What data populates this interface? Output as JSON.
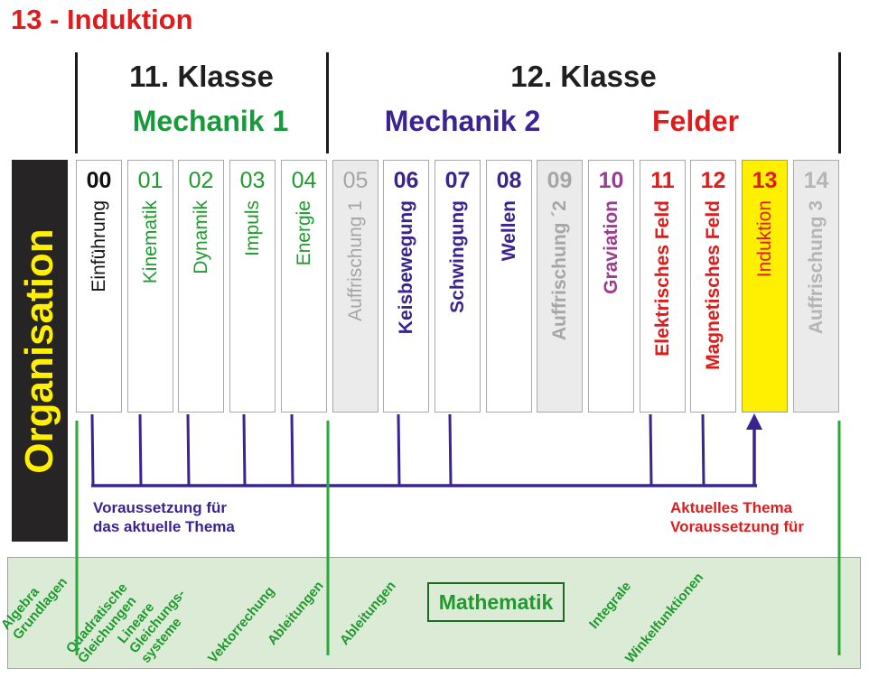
{
  "title": "13 - Induktion",
  "header": {
    "grade_11": "11. Klasse",
    "grade_12": "12. Klasse",
    "sections": [
      {
        "label": "Mechanik 1",
        "color": "#169a3a"
      },
      {
        "label": "Mechanik 2",
        "color": "#3b2390"
      },
      {
        "label": "Felder",
        "color": "#e01b1b"
      }
    ]
  },
  "sidebar": {
    "label": "Organisation",
    "bg_color": "#262424",
    "text_color": "#ffef00"
  },
  "topics": [
    {
      "num": "00",
      "label": "Einführung",
      "color": "#111111",
      "num_bold": true,
      "label_bold": false,
      "state": "normal"
    },
    {
      "num": "01",
      "label": "Kinematik",
      "color": "#1f9a2e",
      "num_bold": false,
      "label_bold": false,
      "state": "normal"
    },
    {
      "num": "02",
      "label": "Dynamik",
      "color": "#1f9a2e",
      "num_bold": false,
      "label_bold": false,
      "state": "normal"
    },
    {
      "num": "03",
      "label": "Impuls",
      "color": "#1f9a2e",
      "num_bold": false,
      "label_bold": false,
      "state": "normal"
    },
    {
      "num": "04",
      "label": "Energie",
      "color": "#1f9a2e",
      "num_bold": false,
      "label_bold": false,
      "state": "normal"
    },
    {
      "num": "05",
      "label": "Auffrischung 1",
      "color": "#a6a6a6",
      "num_bold": false,
      "label_bold": false,
      "state": "refresh"
    },
    {
      "num": "06",
      "label": "Keisbewegung",
      "color": "#3b2390",
      "num_bold": true,
      "label_bold": true,
      "state": "normal"
    },
    {
      "num": "07",
      "label": "Schwingung",
      "color": "#3b2390",
      "num_bold": true,
      "label_bold": true,
      "state": "normal"
    },
    {
      "num": "08",
      "label": "Wellen",
      "color": "#3b2390",
      "num_bold": true,
      "label_bold": true,
      "state": "normal"
    },
    {
      "num": "09",
      "label": "Auffrischung ´2",
      "color": "#a6a6a6",
      "num_bold": true,
      "label_bold": true,
      "state": "refresh"
    },
    {
      "num": "10",
      "label": "Graviation",
      "color": "#9b3d8e",
      "num_bold": true,
      "label_bold": true,
      "state": "normal"
    },
    {
      "num": "11",
      "label": "Elektrisches Feld",
      "color": "#e01b1b",
      "num_bold": true,
      "label_bold": true,
      "state": "normal"
    },
    {
      "num": "12",
      "label": "Magnetisches Feld",
      "color": "#e01b1b",
      "num_bold": true,
      "label_bold": true,
      "state": "normal"
    },
    {
      "num": "13",
      "label": "Induktion",
      "color": "#e01b1b",
      "num_bold": true,
      "label_bold": false,
      "state": "current"
    },
    {
      "num": "14",
      "label": "Auffrischung 3",
      "color": "#b5b5b5",
      "num_bold": true,
      "label_bold": true,
      "state": "refresh"
    }
  ],
  "prerequisites": [
    "00",
    "01",
    "02",
    "03",
    "04",
    "06",
    "07",
    "11",
    "12"
  ],
  "current_topic": "13",
  "legend": {
    "prereq_line1": "Voraussetzung für",
    "prereq_line2": "das aktuelle Thema",
    "current_line1": "Aktuelles Thema",
    "current_line2": "Voraussetzung für"
  },
  "math": {
    "title": "Mathematik",
    "topics": [
      {
        "line1": "Algebra",
        "line2": "Grundlagen",
        "line3": ""
      },
      {
        "line1": "Quadratische",
        "line2": "Gleichungen",
        "line3": ""
      },
      {
        "line1": "Lineare",
        "line2": "Gleichungs-",
        "line3": "systeme"
      },
      {
        "line1": "Vektorrechung",
        "line2": "",
        "line3": ""
      },
      {
        "line1": "Ableitungen",
        "line2": "",
        "line3": ""
      },
      {
        "line1": "Ableitungen",
        "line2": "",
        "line3": ""
      },
      {
        "line1": "Integrale",
        "line2": "",
        "line3": ""
      },
      {
        "line1": "Winkelfunktionen",
        "line2": "",
        "line3": ""
      }
    ]
  },
  "colors": {
    "purple": "#3b2390",
    "green": "#2aa83a",
    "red": "#e01b1b",
    "yellow": "#ffef00",
    "math_bg": "#dcebd6"
  }
}
